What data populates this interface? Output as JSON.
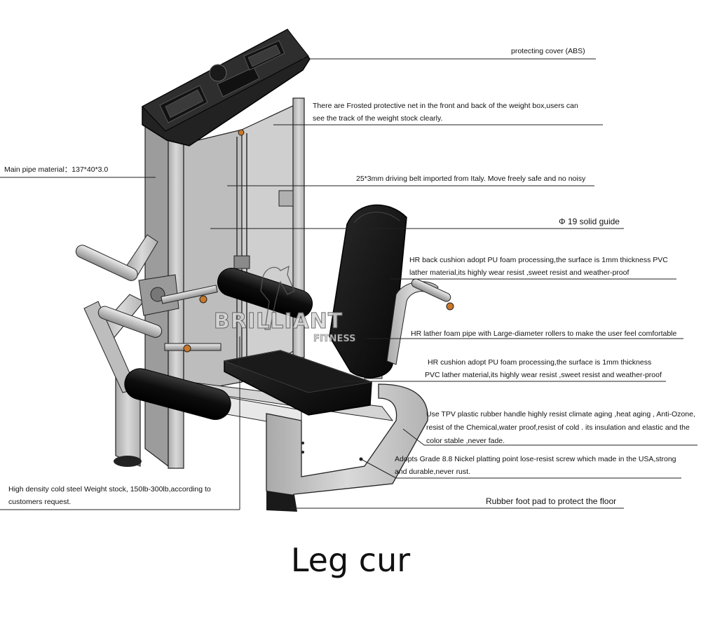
{
  "title": "Leg cur",
  "brand": {
    "name": "BRILLIANT",
    "sub": "FITNESS"
  },
  "callouts": {
    "protecting_cover": "protecting cover (ABS)",
    "frosted_net_l1": "There are Frosted protective net in the front and back of the weight box,users can",
    "frosted_net_l2": "see the track of the weight stock clearly.",
    "main_pipe": "Main pipe material：137*40*3.0",
    "driving_belt": "25*3mm driving belt imported from Italy. Move freely safe and no noisy",
    "solid_guide": "Φ 19 solid guide",
    "back_cushion_l1": "HR back cushion adopt PU foam processing,the surface is 1mm thickness PVC",
    "back_cushion_l2": "lather material,its highly wear resist ,sweet resist and weather-proof",
    "foam_pipe": "HR lather foam pipe with Large-diameter rollers to make the user feel comfortable",
    "seat_cushion_l1": "HR  cushion adopt PU foam processing,the surface is 1mm thickness",
    "seat_cushion_l2": "PVC lather material,its highly wear resist ,sweet resist and weather-proof",
    "tpv_l1": "Use TPV plastic rubber handle highly resist climate aging ,heat aging , Anti-Ozone,",
    "tpv_l2": "resist of the Chemical,water proof,resist of cold . its insulation and elastic and the",
    "tpv_l3": "color stable ,never fade.",
    "screw_l1": "Adopts Grade 8.8 Nickel platting point lose-resist screw which made in the USA,strong",
    "screw_l2": "and durable,never rust.",
    "weight_stock_l1": "High density cold steel Weight stock,  150lb-300lb,according to",
    "weight_stock_l2": "customers request.",
    "foot_pad": "Rubber foot pad to protect the floor"
  },
  "colors": {
    "frame": "#c8c8c8",
    "frame_shadow": "#9a9a9a",
    "cushion": "#111111",
    "accent_knob": "#c9782a",
    "line": "#222222"
  }
}
